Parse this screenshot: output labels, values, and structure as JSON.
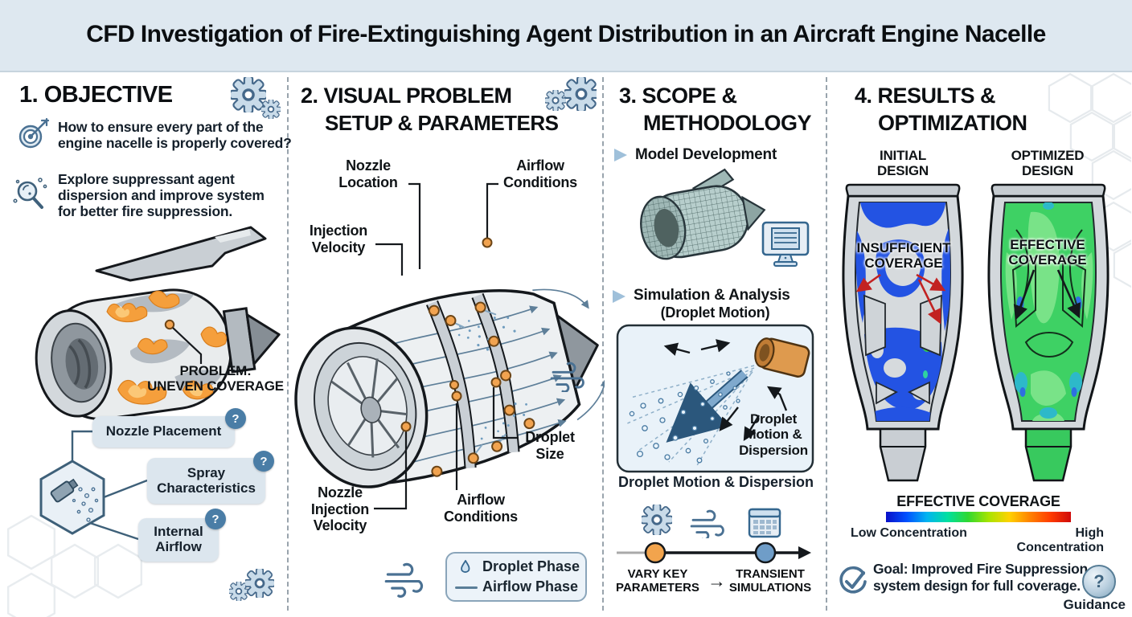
{
  "title": "CFD Investigation of Fire-Extinguishing Agent Distribution in an Aircraft Engine Nacelle",
  "colors": {
    "header_bg": "#dee8f0",
    "steel": "#4a7193",
    "light_blue_gear": "#c9dbe9",
    "badge_blue": "#4a7da6",
    "nozzle_orange": "#f1a350",
    "flame_orange": "#f59f3c",
    "cfd_blue": "#2353e3",
    "cfd_green": "#3ed164",
    "red_arrow": "#c22222"
  },
  "objective": {
    "heading": "1. OBJECTIVE",
    "bullets": [
      {
        "icon": "target-icon",
        "text": "How to ensure every part of the engine nacelle is properly covered?"
      },
      {
        "icon": "magnifier-icon",
        "text": "Explore suppressant agent dispersion and improve system for better fire suppression."
      }
    ],
    "problem_line1": "PROBLEM:",
    "problem_line2": "UNEVEN COVERAGE",
    "factors": [
      {
        "label": "Nozzle Placement",
        "badge": "?"
      },
      {
        "label": "Spray Characteristics",
        "badge": "?"
      },
      {
        "label": "Internal Airflow",
        "badge": "?"
      }
    ]
  },
  "setup": {
    "heading_line1": "2. VISUAL PROBLEM",
    "heading_line2": "SETUP & PARAMETERS",
    "labels": {
      "nozzle_location": "Nozzle Location",
      "airflow_conditions_top": "Airflow Conditions",
      "injection_velocity": "Injection Velocity",
      "droplet_size": "Droplet Size",
      "nozzle_injection_velocity": "Nozzle Injection Velocity",
      "airflow_conditions_bottom": "Airflow Conditions"
    },
    "legend": {
      "droplet_phase": "Droplet Phase",
      "airflow_phase": "Airflow Phase"
    }
  },
  "methodology": {
    "heading_line1": "3. SCOPE &",
    "heading_line2": "METHODOLOGY",
    "step1_label": "Model Development",
    "step2_label": "Simulation & Analysis",
    "step2_sub": "(Droplet Motion)",
    "inset_label": "Droplet Motion & Dispersion",
    "caption": "Droplet Motion & Dispersion",
    "flow": {
      "left": "VARY KEY PARAMETERS",
      "arrow": "→",
      "right": "TRANSIENT SIMULATIONS"
    }
  },
  "results": {
    "heading_line1": "4. RESULTS &",
    "heading_line2": "OPTIMIZATION",
    "initial_label": "INITIAL DESIGN",
    "optimized_label": "OPTIMIZED DESIGN",
    "insufficient_label": "INSUFFICIENT COVERAGE",
    "effective_label": "EFFECTIVE COVERAGE",
    "colorbar": {
      "title": "EFFECTIVE COVERAGE",
      "low": "Low Concentration",
      "high": "High Concentration"
    },
    "goal_label": "Goal:",
    "goal_text": "Improved Fire Suppression system design for full coverage.",
    "qmark": "?",
    "guidance_label": "Guidance"
  }
}
